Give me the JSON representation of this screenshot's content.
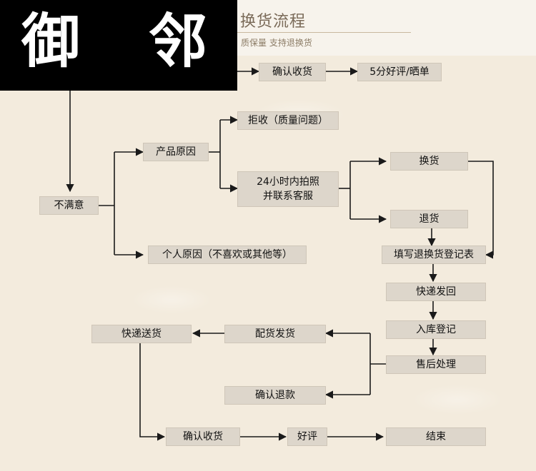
{
  "header": {
    "title": "换货流程",
    "subtitle": "质保量 支持退换货",
    "logo_chars": [
      "御",
      "邻"
    ]
  },
  "nodes": {
    "confirm_receipt_top": "确认收货",
    "five_star_review": "5分好评/晒单",
    "reject_receipt": "拒收（质量问题）",
    "product_reason": "产品原因",
    "photo_contact_line1": "24小时内拍照",
    "photo_contact_line2": "并联系客服",
    "exchange": "换货",
    "refund_return": "退货",
    "dissatisfied": "不满意",
    "personal_reason": "个人原因（不喜欢或其他等）",
    "fill_form": "填写退换货登记表",
    "express_return": "快递发回",
    "warehouse_register": "入库登记",
    "after_sales": "售后处理",
    "ship_goods": "配货发货",
    "express_delivery": "快递送货",
    "confirm_refund": "确认退款",
    "confirm_receipt_bottom": "确认收货",
    "good_review": "好评",
    "end": "结束"
  },
  "colors": {
    "background": "#f3ebdd",
    "node_fill": "#ddd6cb",
    "edge": "#1a1a1a",
    "logo_block": "#000000"
  }
}
